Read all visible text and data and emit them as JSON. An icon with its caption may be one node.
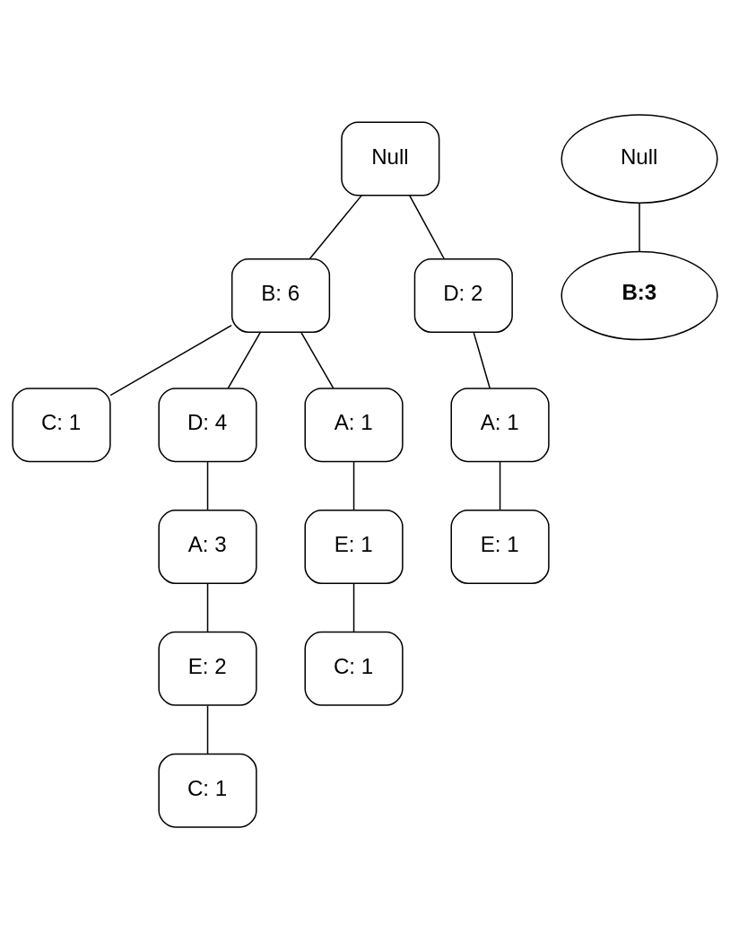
{
  "diagram": {
    "nodes": [
      {
        "text": [
          "Null"
        ]
      },
      {
        "text": [
          "B: 6"
        ]
      },
      {
        "text": [
          "D: 2"
        ]
      },
      {
        "text": [
          "C: 1"
        ]
      },
      {
        "text": [
          "D: 4"
        ]
      },
      {
        "text": [
          "A: 1"
        ]
      },
      {
        "text": [
          "A: 1"
        ]
      },
      {
        "text": [
          "A: 3"
        ]
      },
      {
        "text": [
          "E: 1"
        ]
      },
      {
        "text": [
          "E: 1"
        ]
      },
      {
        "text": [
          "E: 2"
        ]
      },
      {
        "text": [
          "C: 1"
        ]
      },
      {
        "text": [
          "C: 1"
        ]
      },
      {
        "text": [
          "Null"
        ]
      },
      {
        "text": [
          "B:3"
        ]
      }
    ],
    "edges": [
      {
        "from": 0,
        "to": 1,
        "arrow": "none"
      },
      {
        "from": 0,
        "to": 2,
        "arrow": "none"
      },
      {
        "from": 1,
        "to": 3,
        "arrow": "none"
      },
      {
        "from": 1,
        "to": 4,
        "arrow": "none"
      },
      {
        "from": 1,
        "to": 6,
        "arrow": "none"
      },
      {
        "from": 2,
        "to": 5,
        "arrow": "none"
      },
      {
        "from": 4,
        "to": 7,
        "arrow": "none"
      },
      {
        "from": 5,
        "to": 8,
        "arrow": "none"
      },
      {
        "from": 6,
        "to": 9,
        "arrow": "none"
      },
      {
        "from": 7,
        "to": 10,
        "arrow": "none"
      },
      {
        "from": 9,
        "to": 11,
        "arrow": "none"
      },
      {
        "from": 10,
        "to": 12,
        "arrow": "none"
      },
      {
        "from": 13,
        "to": 14,
        "arrow": "none"
      }
    ]
  }
}
